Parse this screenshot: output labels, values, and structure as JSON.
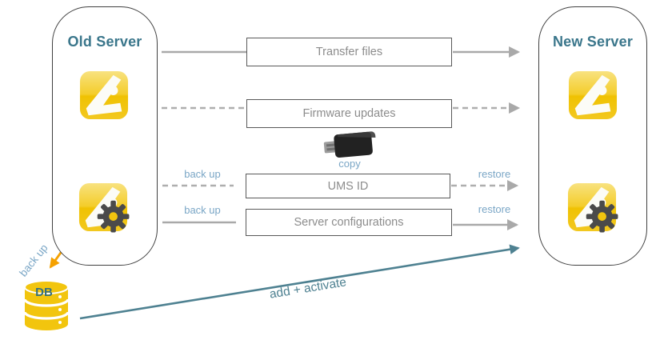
{
  "old_server": {
    "title": "Old Server"
  },
  "new_server": {
    "title": "New Server"
  },
  "steps": {
    "transfer": "Transfer files",
    "firmware": "Firmware updates",
    "ums_id": "UMS ID",
    "configs": "Server configurations"
  },
  "annotations": {
    "backup_ums": "back up",
    "backup_configs": "back up",
    "restore_ums": "restore",
    "restore_configs": "restore",
    "copy": "copy",
    "db_backup": "back up",
    "add_activate": "add + activate",
    "db": "DB"
  },
  "icons": {
    "app": "ums-app-icon",
    "app_gear": "ums-server-gear-icon",
    "usb": "usb-drive-icon",
    "database": "database-icon",
    "sync": "orange-double-arrow-icon"
  },
  "colors": {
    "title_teal": "#3a768b",
    "label_blue": "#7aa6c6",
    "arrow_orange": "#f5a100",
    "arrow_teal": "#4e8191",
    "line_gray": "#a9a9a9",
    "icon_yellow": "#f2c50e",
    "gear_gray": "#4a4a4a"
  }
}
